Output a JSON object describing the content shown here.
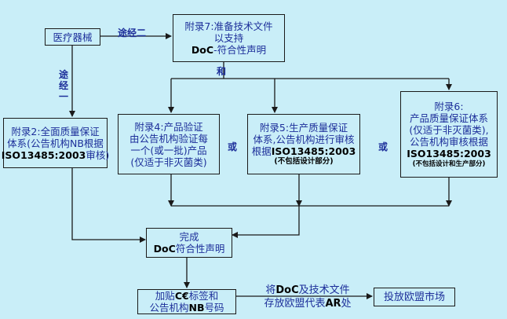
{
  "nodes": {
    "device": {
      "text": "医疗器械"
    },
    "annex7": {
      "line1": "附录7:准备技术文件",
      "line2": "以支持",
      "line3_bold": "DoC",
      "line3_rest": "-符合性声明"
    },
    "annex2": {
      "line1": "附录2:全面质量保证",
      "line2": "体系(公告机构NB根据",
      "line3_bold": "ISO13485:2003",
      "line3_rest": "审核)"
    },
    "annex4": {
      "line1": "附录4:产品验证",
      "line2": "由公告机构验证每",
      "line3": "一个(或一批)产品",
      "line4": "(仅适于非灭菌类)"
    },
    "annex5": {
      "line1": "附录5:生产质量保证",
      "line2": "体系,公告机构进行审核",
      "line3_pre": "根据",
      "line3_bold": "ISO13485:2003",
      "note": "(不包括设计部分)"
    },
    "annex6": {
      "line1": "附录6:",
      "line2": "产品质量保证体系",
      "line3": "(仅适于非灭菌类),",
      "line4": "公告机构审核根据",
      "line5_bold": "ISO13485:2003",
      "note": "(不包括设计和生产部分)"
    },
    "complete": {
      "line1": "完成",
      "line2_bold": "DoC",
      "line2_rest": "符合性声明"
    },
    "affix": {
      "line1_pre": "加贴",
      "line1_mark": "C€",
      "line1_rest": "标签和",
      "line2_pre": "公告机构",
      "line2_bold": "NB",
      "line2_rest": "号码"
    },
    "store": {
      "line1_pre": "将",
      "line1_bold": "DoC",
      "line1_rest": "及技术文件",
      "line2_pre": "存放欧盟代表",
      "line2_bold": "AR",
      "line2_rest": "处"
    },
    "market": {
      "text": "投放欧盟市场"
    }
  },
  "labels": {
    "route2": "途经二",
    "route1": [
      "途",
      "经",
      "一"
    ],
    "and": "和",
    "or1": "或",
    "or2": "或"
  },
  "colors": {
    "background": "#c9eef8",
    "text": "#1d2f9a",
    "line": "#1a1a1a"
  }
}
